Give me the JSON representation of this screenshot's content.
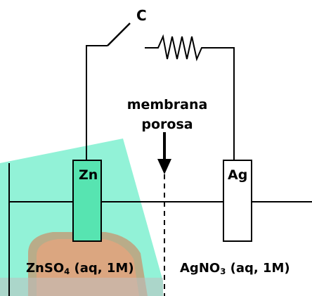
{
  "switch": {
    "label": "C"
  },
  "membrane": {
    "line1": "membrana",
    "line2": "porosa"
  },
  "electrodes": {
    "left": {
      "label": "Zn"
    },
    "right": {
      "label": "Ag"
    }
  },
  "solutions": {
    "left": {
      "pre": "ZnSO",
      "sub": "4",
      "post": " (aq, 1M)"
    },
    "right": {
      "pre": "AgNO",
      "sub": "3",
      "post": " (aq, 1M)"
    }
  },
  "colors": {
    "line": "#000000",
    "zn_electrode_fill": "#57e4b1",
    "ag_electrode_fill": "#ffffff",
    "background_teal": "#7ff0d0",
    "background_brown": "#c39a75",
    "background_orange": "#e9a47c",
    "background_gray": "#bfbfbf"
  }
}
